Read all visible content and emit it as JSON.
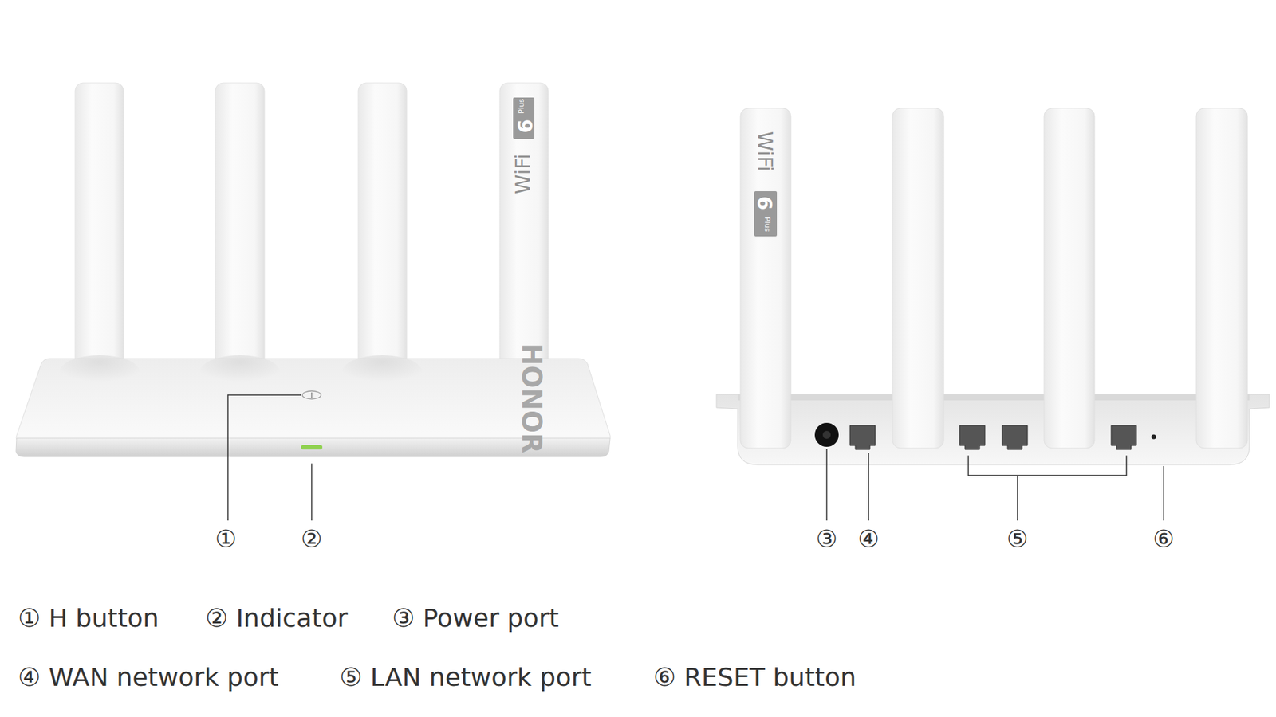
{
  "diagram": {
    "labels": [
      "WiFi",
      "6",
      "Plus",
      "HONOR",
      "①",
      "②",
      "WiFi",
      "6",
      "Plus",
      "③",
      "④",
      "⑤",
      "⑥",
      "① H button",
      "② Indicator",
      "③ Power port",
      "④ WAN network port",
      "⑤ LAN network port",
      "⑥ RESET button"
    ]
  }
}
